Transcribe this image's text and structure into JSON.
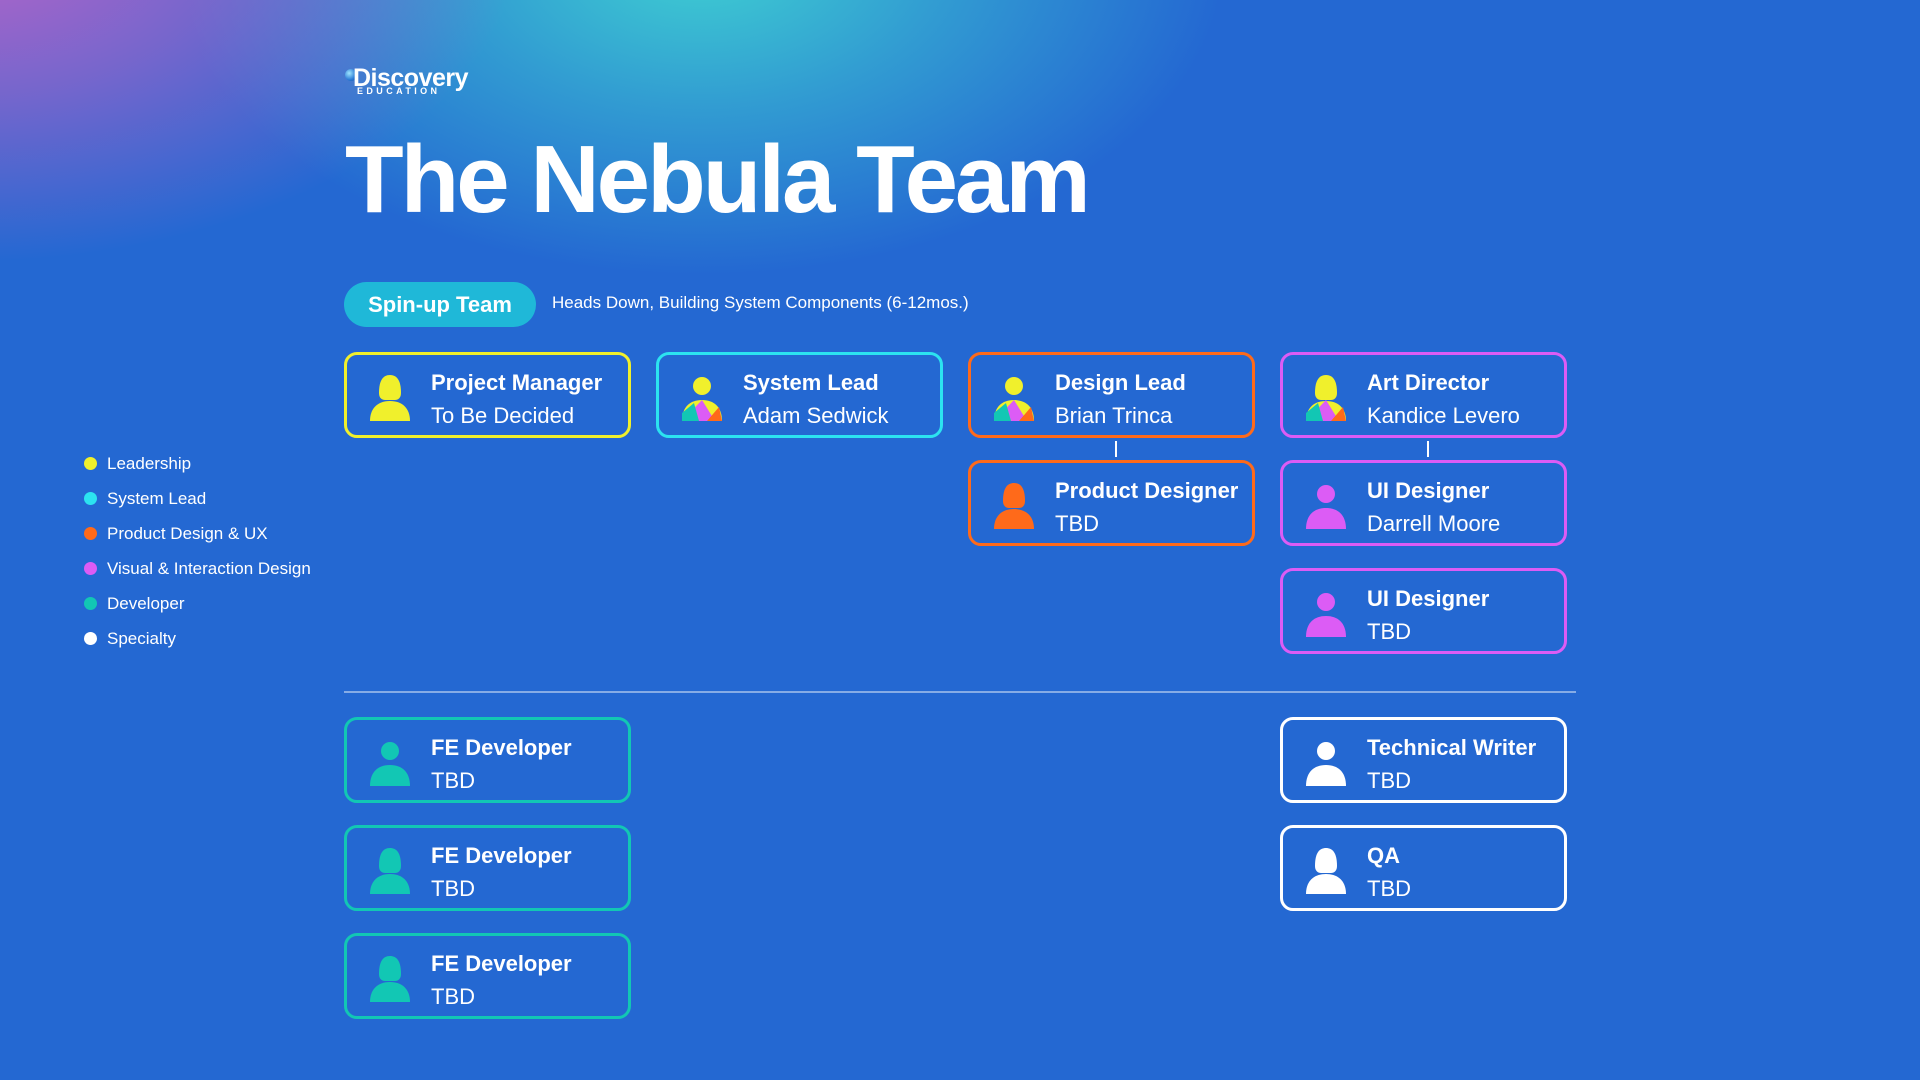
{
  "logo": {
    "word": "Discovery",
    "sub": "EDUCATION"
  },
  "title": "The Nebula Team",
  "badge": "Spin-up Team",
  "subtitle": "Heads Down, Building System Components (6-12mos.)",
  "colors": {
    "leadership": "#f0f02c",
    "system_lead": "#2ce3f0",
    "product_design": "#ff6a1a",
    "visual_design": "#dc5cf5",
    "developer": "#12c7b4",
    "specialty": "#ffffff"
  },
  "legend": [
    {
      "label": "Leadership",
      "color": "#f0f02c"
    },
    {
      "label": "System Lead",
      "color": "#2ce3f0"
    },
    {
      "label": "Product Design & UX",
      "color": "#ff6a1a"
    },
    {
      "label": "Visual & Interaction Design",
      "color": "#dc5cf5"
    },
    {
      "label": "Developer",
      "color": "#12c7b4"
    },
    {
      "label": "Specialty",
      "color": "#ffffff"
    }
  ],
  "cards": [
    {
      "role": "Project Manager",
      "name": "To Be Decided",
      "category": "leadership",
      "icon": "person-female-icon"
    },
    {
      "role": "System Lead",
      "name": "Adam Sedwick",
      "category": "system_lead",
      "icon": "person-male-multicolor-icon"
    },
    {
      "role": "Design Lead",
      "name": "Brian Trinca",
      "category": "product_design",
      "icon": "person-male-multicolor-icon"
    },
    {
      "role": "Art Director",
      "name": "Kandice Levero",
      "category": "visual_design",
      "icon": "person-female-multicolor-icon"
    },
    {
      "role": "Product Designer",
      "name": "TBD",
      "category": "product_design",
      "icon": "person-female-icon"
    },
    {
      "role": "UI Designer",
      "name": "Darrell Moore",
      "category": "visual_design",
      "icon": "person-male-icon"
    },
    {
      "role": "UI Designer",
      "name": "TBD",
      "category": "visual_design",
      "icon": "person-male-icon"
    },
    {
      "role": "FE Developer",
      "name": "TBD",
      "category": "developer",
      "icon": "person-male-icon"
    },
    {
      "role": "FE Developer",
      "name": "TBD",
      "category": "developer",
      "icon": "person-female-icon"
    },
    {
      "role": "FE Developer",
      "name": "TBD",
      "category": "developer",
      "icon": "person-female-icon"
    },
    {
      "role": "Technical Writer",
      "name": "TBD",
      "category": "specialty",
      "icon": "person-male-icon"
    },
    {
      "role": "QA",
      "name": "TBD",
      "category": "specialty",
      "icon": "person-female-icon"
    }
  ]
}
